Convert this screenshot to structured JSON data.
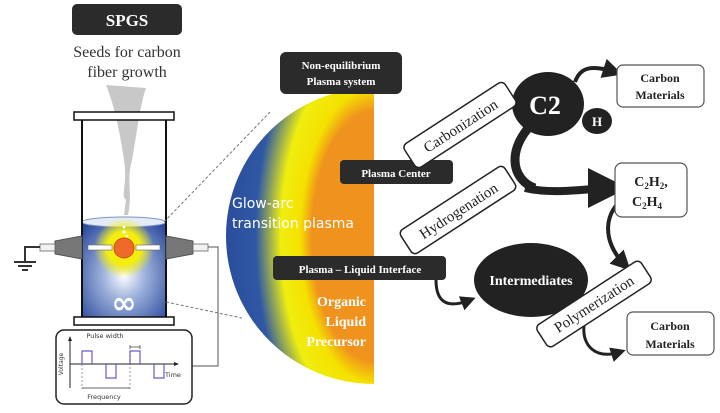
{
  "title_box": {
    "label": "SPGS"
  },
  "subtitle": {
    "line1": "Seeds for carbon",
    "line2": "fiber growth"
  },
  "pulse_panel": {
    "pulse_width_label": "Pulse width",
    "voltage_label": "Voltage",
    "time_label": "Time",
    "frequency_label": "Frequency"
  },
  "reactor": {
    "stirrer_symbol": "∞"
  },
  "plasma": {
    "system_label_line1": "Non-equilibrium",
    "system_label_line2": "Plasma system",
    "center_label": "Plasma Center",
    "glow_line1": "Glow-arc",
    "glow_line2": "transition plasma",
    "interface_label": "Plasma – Liquid Interface",
    "precursor_line1": "Organic",
    "precursor_line2": "Liquid",
    "precursor_line3": "Precursor"
  },
  "reactions": {
    "carbonization": "Carbonization",
    "hydrogenation": "Hydrogenation",
    "polymerization": "Polymerization",
    "c2": "C2",
    "h": "H",
    "intermediates": "Intermediates",
    "carbon_materials_top_line1": "Carbon",
    "carbon_materials_top_line2": "Materials",
    "carbon_materials_bottom_line1": "Carbon",
    "carbon_materials_bottom_line2": "Materials",
    "gas_line1_c": "C",
    "gas_line1_sub1": "2",
    "gas_line1_h": "H",
    "gas_line1_sub2": "2",
    "gas_line1_comma": ",",
    "gas_line2_c": "C",
    "gas_line2_sub1": "2",
    "gas_line2_h": "H",
    "gas_line2_sub2": "4"
  },
  "colors": {
    "plasma_blue": "#2a4f9e",
    "plasma_yellow": "#f2e600",
    "plasma_orange": "#f0921e",
    "label_dark": "#2b2b2b",
    "pulse_line": "#6a5acd"
  }
}
